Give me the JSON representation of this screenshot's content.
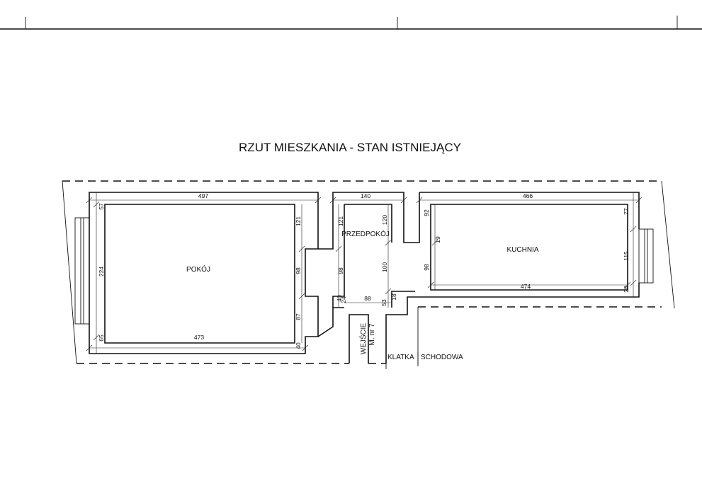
{
  "drawing": {
    "title": "RZUT MIESZKANIA - STAN ISTNIEJĄCY",
    "rooms": {
      "pokoj": "POKÓJ",
      "przedpokoj": "PRZEDPOKÓJ",
      "kuchnia": "KUCHNIA"
    },
    "entrance": {
      "line1": "WEJŚCIE",
      "line2": "M. nr 7"
    },
    "stairwell": {
      "word1": "KLATKA",
      "word2": "SCHODOWA"
    },
    "dimensions": {
      "pokoj_top": "497",
      "pokoj_bottom": "473",
      "pokoj_left_top": "57",
      "pokoj_left_mid": "224",
      "pokoj_left_bot": "65",
      "pokoj_right_1": "121",
      "pokoj_right_2": "98",
      "pokoj_right_3": "87",
      "pokoj_right_4": "40",
      "hall_top": "140",
      "hall_left_1": "121",
      "hall_left_2": "98",
      "hall_right_1": "120",
      "hall_right_2": "100",
      "hall_bottom": "88",
      "hall_small_1": "40",
      "hall_small_2": "24",
      "hall_small_3": "53",
      "hall_small_4": "18",
      "kuchnia_top": "466",
      "kuchnia_bottom": "474",
      "kuchnia_left_1": "92",
      "kuchnia_left_2": "19",
      "kuchnia_left_3": "98",
      "kuchnia_right_1": "77",
      "kuchnia_right_2": "115",
      "kuchnia_right_3": "28"
    }
  }
}
